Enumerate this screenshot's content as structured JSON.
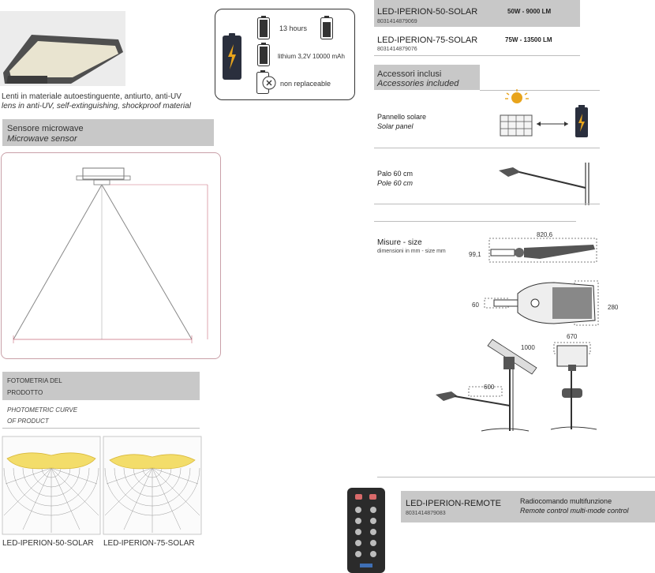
{
  "left": {
    "lens_text_it": "Lenti in materiale autoestinguente, antiurto, anti-UV",
    "lens_text_en": "lens in anti-UV, self-extinguishing,  shockproof material",
    "sensor_title_it": "Sensore microwave",
    "sensor_title_en": "Microwave sensor",
    "photometry_it_1": "FOTOMETRIA DEL",
    "photometry_it_2": "PRODOTTO",
    "photometry_en_1": "PHOTOMETRIC CURVE",
    "photometry_en_2": "OF PRODUCT",
    "curve_labels": [
      "LED-IPERION-50-SOLAR",
      "LED-IPERION-75-SOLAR"
    ]
  },
  "battery_box": {
    "hours": "13 hours",
    "battery": "lithium 3,2V 10000 mAh",
    "replace": "non replaceable"
  },
  "products": [
    {
      "name": "LED-IPERION-50-SOLAR",
      "code": "8031414879069",
      "spec": "50W - 9000 LM"
    },
    {
      "name": "LED-IPERION-75-SOLAR",
      "code": "8031414879076",
      "spec": "75W - 13500 LM"
    }
  ],
  "accessories": {
    "title_it": "Accessori inclusi",
    "title_en": "Accessories included",
    "solar_it": "Pannello solare",
    "solar_en": "Solar panel",
    "pole_it": "Palo 60 cm",
    "pole_en": "Pole 60 cm"
  },
  "sizes": {
    "title": "Misure - size",
    "subtitle": "dimensioni in mm - size mm",
    "d_length": "820,6",
    "d_height": "99,1",
    "d_width": "280",
    "d_neck": "60",
    "d_panel": "1000",
    "d_arm": "600",
    "d_span": "670"
  },
  "remote": {
    "name": "LED-IPERION-REMOTE",
    "code": "8031414879083",
    "desc_it": "Radiocomando multifunzione",
    "desc_en": "Remote control multi-mode control"
  },
  "colors": {
    "gray_band": "#c8c8c8",
    "photometry_fill": "#f3dd6a",
    "battery_accent": "#e8a41c"
  }
}
